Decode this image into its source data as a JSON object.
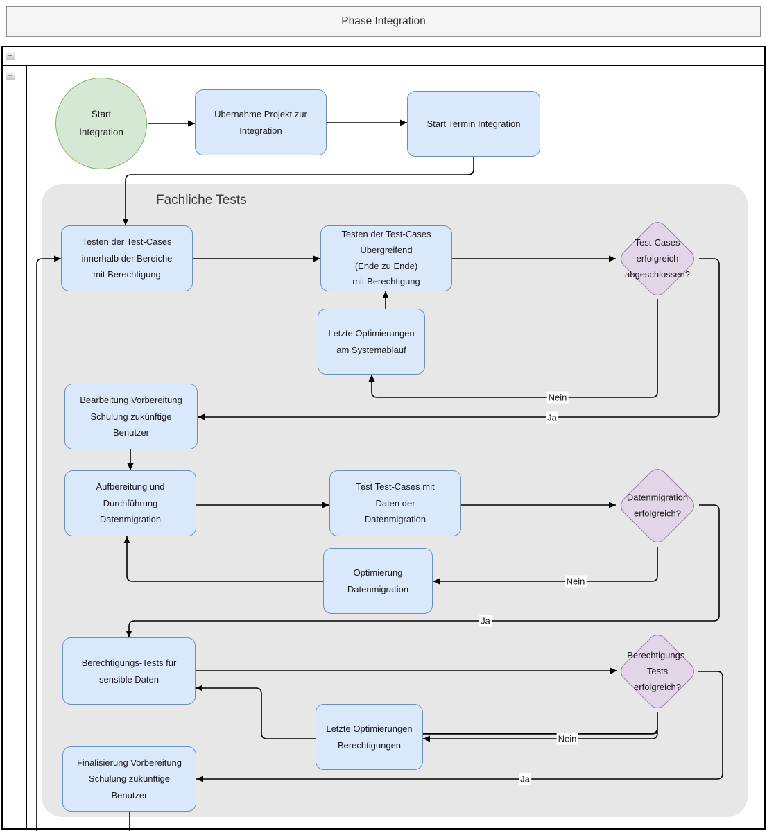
{
  "title": "Phase Integration",
  "icons": {
    "collapse": "−"
  },
  "colors": {
    "process_fill": "#dae8fc",
    "process_stroke": "#6c8ebf",
    "start_fill": "#d5e8d4",
    "start_stroke": "#82b366",
    "decision_fill": "#e1d5e7",
    "decision_stroke": "#9673a6",
    "group_fill": "#e7e7e7",
    "connector": "#000000"
  },
  "group_label": "Fachliche Tests",
  "nodes": {
    "start": {
      "label": "Start\nIntegration"
    },
    "uebernahme": {
      "label": "Übernahme Projekt zur\nIntegration"
    },
    "start_termin": {
      "label": "Start Termin Integration"
    },
    "testen_bereiche": {
      "label": "Testen der Test-Cases\ninnerhalb der Bereiche\nmit Berechtigung"
    },
    "testen_uebergreifend": {
      "label": "Testen der Test-Cases\nÜbergreifend\n(Ende zu Ende)\nmit Berechtigung"
    },
    "testcases_erfolgreich": {
      "label": "Test-Cases\nerfolgreich\nabgeschlossen?"
    },
    "letzte_opt_system": {
      "label": "Letzte Optimierungen\nam Systemablauf"
    },
    "bearbeitung_schulung": {
      "label": "Bearbeitung Vorbereitung\nSchulung zukünftige\nBenutzer"
    },
    "aufbereitung_migration": {
      "label": "Aufbereitung und\nDurchführung\nDatenmigration"
    },
    "test_daten_migration": {
      "label": "Test Test-Cases mit\nDaten der\nDatenmigration"
    },
    "datenmigration_erfolgreich": {
      "label": "Datenmigration\nerfolgreich?"
    },
    "opt_datenmigration": {
      "label": "Optimierung\nDatenmigration"
    },
    "berechtigungs_tests": {
      "label": "Berechtigungs-Tests für\nsensible Daten"
    },
    "berechtigungs_erfolgreich": {
      "label": "Berechtigungs-\nTests\nerfolgreich?"
    },
    "letzte_opt_berechtigungen": {
      "label": "Letzte Optimierungen\nBerechtigungen"
    },
    "finalisierung_schulung": {
      "label": "Finalisierung Vorbereitung\nSchulung zukünftige\nBenutzer"
    }
  },
  "edge_labels": {
    "nein1": "Nein",
    "ja1": "Ja",
    "nein2": "Nein",
    "ja2": "Ja",
    "nein3": "Nein",
    "ja3": "Ja"
  }
}
